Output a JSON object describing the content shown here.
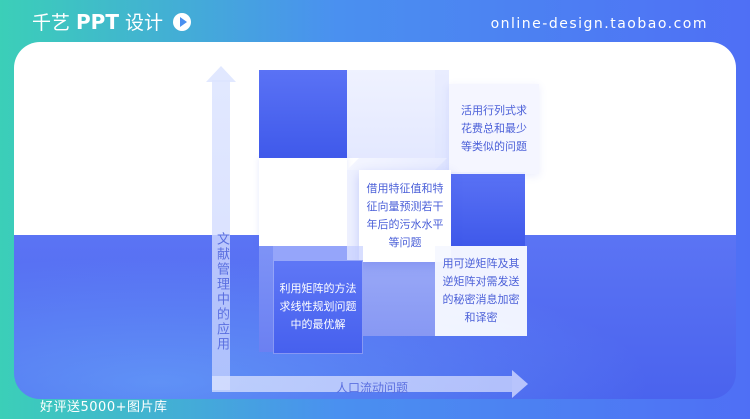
{
  "header": {
    "brand_prefix": "千艺",
    "brand_bold": "PPT",
    "brand_suffix": "设计",
    "site": "online-design.taobao.com",
    "icon": "play-icon"
  },
  "axes": {
    "y_label": "文献管理中的应用",
    "x_label": "人口流动问题"
  },
  "cells": {
    "top_right": "活用行列式求花费总和最少等类似的问题",
    "center": "借用特征值和特征向量预测若干年后的污水水平等问题",
    "bottom_left": "利用矩阵的方法求线性规划问题中的最优解",
    "bottom_right": "用可逆矩阵及其逆矩阵对需发送的秘密消息加密和译密"
  },
  "footer": {
    "text": "好评送5000+图片库"
  },
  "colors": {
    "accent_blue": "#4f6ff5",
    "accent_teal": "#3bcfb8",
    "text_blue": "#4a5fd8"
  }
}
